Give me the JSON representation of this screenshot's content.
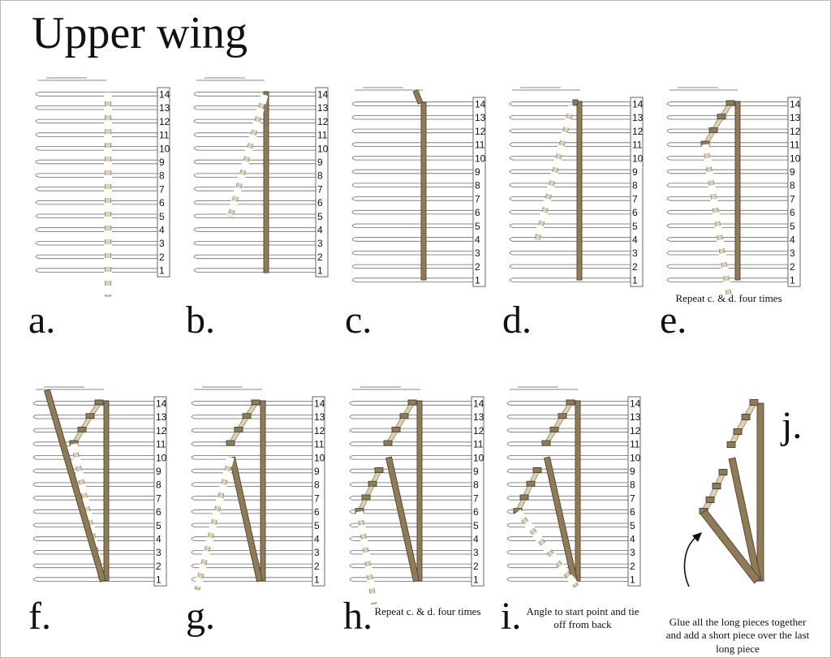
{
  "title": "Upper wing",
  "colors": {
    "dark_piece": "#8f7b55",
    "dark_piece_edge": "#4f4330",
    "light_piece": "#ddd1b4",
    "light_piece_edge": "#9a8c6a",
    "guide_line": "#888888"
  },
  "row_numbers": [
    "14",
    "13",
    "12",
    "11",
    "10",
    "9",
    "8",
    "7",
    "6",
    "5",
    "4",
    "3",
    "2",
    "1"
  ],
  "panels": [
    {
      "label": "a.",
      "caption": ""
    },
    {
      "label": "b.",
      "caption": ""
    },
    {
      "label": "c.",
      "caption": ""
    },
    {
      "label": "d.",
      "caption": ""
    },
    {
      "label": "e.",
      "caption": "Repeat c. & d. four times"
    },
    {
      "label": "f.",
      "caption": ""
    },
    {
      "label": "g.",
      "caption": ""
    },
    {
      "label": "h.",
      "caption": "Repeat c. & d. four times"
    },
    {
      "label": "i.",
      "caption": "Angle to start point and tie off from back"
    },
    {
      "label": "j.",
      "caption": "Glue all the long pieces together and add a short piece over the last long piece"
    }
  ]
}
